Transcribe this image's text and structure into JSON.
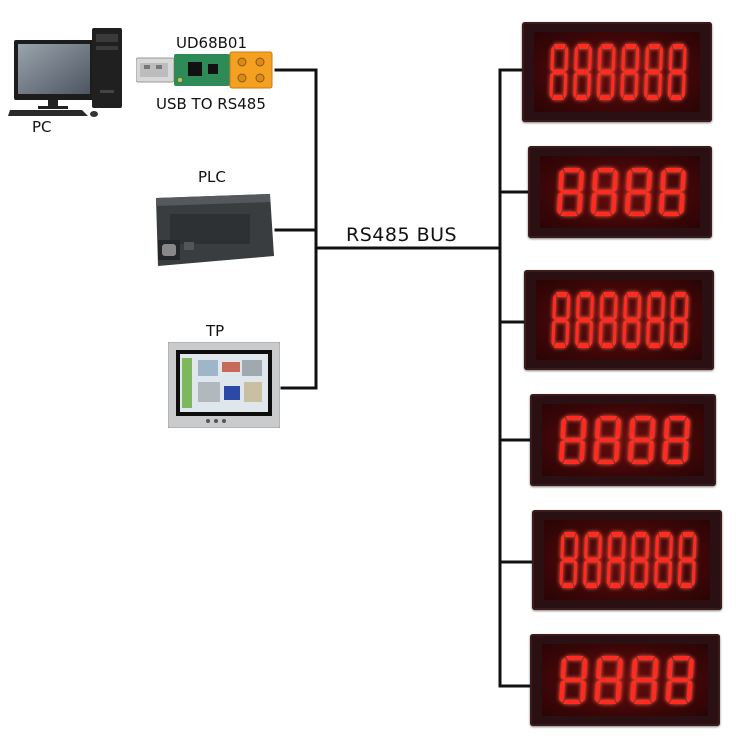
{
  "labels": {
    "pc": "PC",
    "converter_model": "UD68B01",
    "converter_desc": "USB TO RS485",
    "plc": "PLC",
    "tp": "TP",
    "bus": "RS485 BUS"
  },
  "displays": [
    {
      "digits": 6,
      "reading": "888888"
    },
    {
      "digits": 4,
      "reading": "8888"
    },
    {
      "digits": 6,
      "reading": "888888"
    },
    {
      "digits": 4,
      "reading": "8888"
    },
    {
      "digits": 6,
      "reading": "888888"
    },
    {
      "digits": 4,
      "reading": "8888"
    }
  ],
  "colors": {
    "led": "#ff2a20",
    "led_glow": "#ff6a50",
    "wire": "#111111",
    "converter_pcb": "#2e8b57",
    "terminal": "#f5a020"
  }
}
